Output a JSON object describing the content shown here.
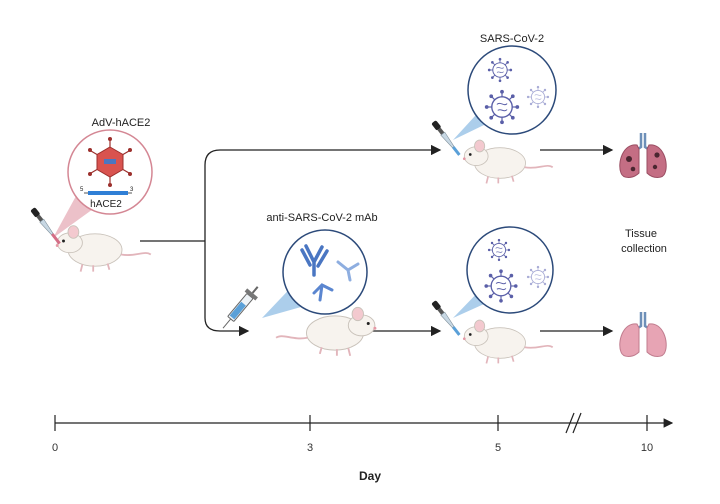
{
  "labels": {
    "adv_vector": "AdV-hACE2",
    "hace2_gene": "hACE2",
    "gene_end_left": "5",
    "gene_end_right": "3",
    "sars_cov2": "SARS-CoV-2",
    "antibody": "anti-SARS-CoV-2 mAb",
    "tissue_line1": "Tissue",
    "tissue_line2": "collection"
  },
  "timeline": {
    "title": "Day",
    "ticks": [
      "0",
      "3",
      "5",
      "10"
    ]
  },
  "colors": {
    "arrow": "#222222",
    "virus": "#5a5fa8",
    "virus_light": "#a9acd6",
    "antibody": "#4a76c2",
    "vector": "#d9534f",
    "lung_infected": "#c46e84",
    "lung_healthy": "#e7a4b4",
    "mouse": "#f7f3ee",
    "callout_pink": "#e9b6bf",
    "callout_blue": "#9ec5e8"
  },
  "icons": {
    "vector_dropper": "pipette-icon",
    "syringe": "syringe-icon",
    "virus": "virus-icon",
    "antibody": "antibody-icon",
    "mouse": "mouse-icon",
    "lung": "lung-icon"
  }
}
